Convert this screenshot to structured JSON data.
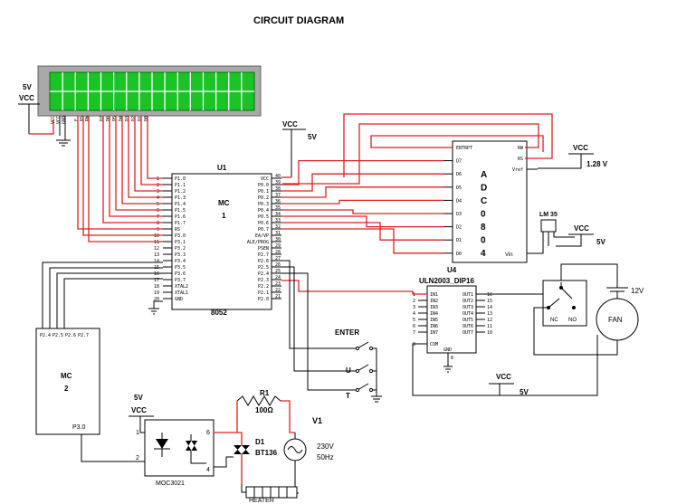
{
  "title": "CIRCUIT  DIAGRAM",
  "lcd": {
    "supply_voltage": "5V",
    "supply_label": "VCC",
    "power_pins": [
      "VCC",
      "VCC",
      "GND"
    ],
    "control_pins": [
      "E",
      "RS",
      "RW"
    ],
    "data_pins": [
      "D7",
      "D6",
      "D5",
      "D4",
      "D3",
      "D2",
      "D1",
      "D0"
    ]
  },
  "u1": {
    "ref": "U1",
    "name_line1": "MC",
    "name_line2": "1",
    "part": "8052",
    "vcc_label": "VCC",
    "vcc_voltage": "5V",
    "left_pins": [
      {
        "num": "1",
        "name": "P1.0"
      },
      {
        "num": "2",
        "name": "P1.1"
      },
      {
        "num": "3",
        "name": "P1.2"
      },
      {
        "num": "4",
        "name": "P1.3"
      },
      {
        "num": "5",
        "name": "P1.4"
      },
      {
        "num": "6",
        "name": "P1.5"
      },
      {
        "num": "7",
        "name": "P1.6"
      },
      {
        "num": "8",
        "name": "P1.7"
      },
      {
        "num": "9",
        "name": "RS"
      },
      {
        "num": "10",
        "name": "P3.0"
      },
      {
        "num": "11",
        "name": "P3.1"
      },
      {
        "num": "12",
        "name": "P3.2"
      },
      {
        "num": "13",
        "name": "P3.3"
      },
      {
        "num": "14",
        "name": "P3.4"
      },
      {
        "num": "15",
        "name": "P3.5"
      },
      {
        "num": "16",
        "name": "P3.6"
      },
      {
        "num": "17",
        "name": "P3.7"
      },
      {
        "num": "18",
        "name": "XTAL2"
      },
      {
        "num": "19",
        "name": "XTAL1"
      },
      {
        "num": "20",
        "name": "GND"
      }
    ],
    "right_pins": [
      {
        "num": "40",
        "name": "VCC"
      },
      {
        "num": "39",
        "name": "P0.0"
      },
      {
        "num": "38",
        "name": "P0.1"
      },
      {
        "num": "37",
        "name": "P0.2"
      },
      {
        "num": "36",
        "name": "P0.3"
      },
      {
        "num": "35",
        "name": "P0.4"
      },
      {
        "num": "34",
        "name": "P0.5"
      },
      {
        "num": "33",
        "name": "P0.6"
      },
      {
        "num": "32",
        "name": "P0.7"
      },
      {
        "num": "31",
        "name": "EA/VP"
      },
      {
        "num": "30",
        "name": "ALE/PROG"
      },
      {
        "num": "29",
        "name": "PSEN"
      },
      {
        "num": "28",
        "name": "P2.7"
      },
      {
        "num": "27",
        "name": "P2.6"
      },
      {
        "num": "26",
        "name": "P2.5"
      },
      {
        "num": "25",
        "name": "P2.4"
      },
      {
        "num": "24",
        "name": "P2.3"
      },
      {
        "num": "23",
        "name": "P2.2"
      },
      {
        "num": "22",
        "name": "P2.1"
      },
      {
        "num": "21",
        "name": "P2.0"
      }
    ]
  },
  "adc": {
    "pins_left": [
      "ENTRPT",
      "D7",
      "D6",
      "D5",
      "D4",
      "D3",
      "D2",
      "D1",
      "D0"
    ],
    "pins_right": [
      "RW",
      "RS",
      "Vref"
    ],
    "vin_label": "Vin",
    "name_letters": [
      "A",
      "D",
      "C",
      "0",
      "8",
      "0",
      "4"
    ],
    "vcc_label": "VCC",
    "vref_value": "1.28 V"
  },
  "lm35": {
    "label": "LM 35",
    "vcc_label": "VCC",
    "voltage": "5V"
  },
  "uln": {
    "ref": "U4",
    "part": "ULN2003_DIP16",
    "inputs": [
      "IN1",
      "IN2",
      "IN3",
      "IN4",
      "IN5",
      "IN6",
      "IN7"
    ],
    "outputs": [
      "OUT1",
      "OUT2",
      "OUT3",
      "OUT4",
      "OUT5",
      "OUT6",
      "OUT7"
    ],
    "in_nums": [
      "1",
      "2",
      "3",
      "4",
      "5",
      "6",
      "7"
    ],
    "out_nums": [
      "16",
      "15",
      "14",
      "13",
      "12",
      "11",
      "10"
    ],
    "com": "COM",
    "com_num": "9",
    "gnd": "GND",
    "gnd_num": "8",
    "vcc_label": "VCC",
    "voltage": "5V"
  },
  "relay": {
    "nc": "NC",
    "no": "NO"
  },
  "fan": {
    "label": "FAN",
    "supply": "12V"
  },
  "switches": {
    "enter": "ENTER",
    "up": "U",
    "third": "T"
  },
  "mc2": {
    "pins": [
      "P2.4",
      "P2.5",
      "P2.6",
      "P2.7"
    ],
    "name_line1": "MC",
    "name_line2": "2",
    "out_pin": "P3.0"
  },
  "moc": {
    "part": "MOC3021",
    "vcc_voltage": "5V",
    "vcc_label": "VCC",
    "pin1": "1",
    "pin2": "2",
    "pin4": "4",
    "pin6": "6"
  },
  "r1": {
    "ref": "R1",
    "value": "100Ω"
  },
  "triac": {
    "ref": "D1",
    "part": "BT136"
  },
  "source": {
    "ref": "V1",
    "voltage": "230V",
    "frequency": "50Hz"
  },
  "heater": {
    "label": "HEATER"
  }
}
